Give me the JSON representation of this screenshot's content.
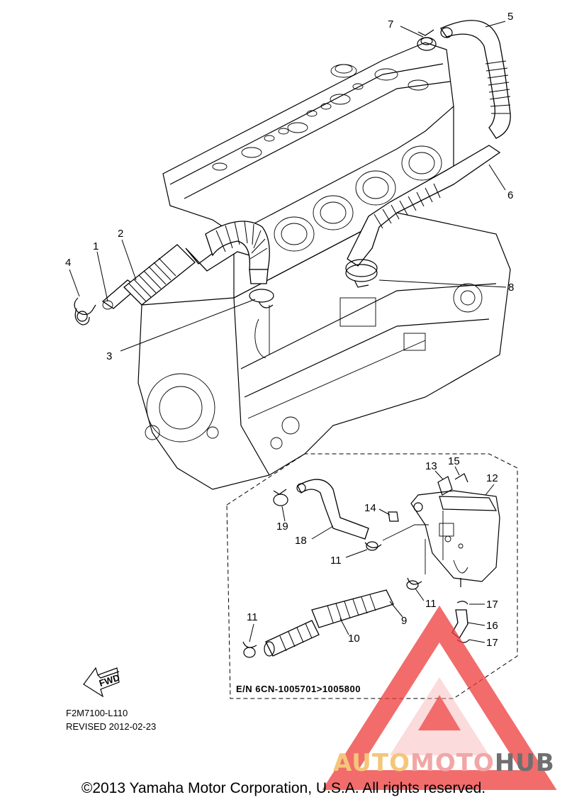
{
  "diagram": {
    "callouts": [
      "1",
      "2",
      "3",
      "4",
      "5",
      "6",
      "7",
      "8",
      "9",
      "10",
      "11",
      "11",
      "11",
      "12",
      "13",
      "14",
      "15",
      "16",
      "17",
      "17",
      "18",
      "19"
    ],
    "engine_range": "E/N 6CN-1005701>1005800",
    "fwd_label": "FWD",
    "figure_code": "F2M7100-L110",
    "revised": "REVISED 2012-02-23"
  },
  "footer": {
    "copyright": "©2013 Yamaha Motor Corporation, U.S.A. All rights reserved."
  },
  "watermark": {
    "part1": "AUTO",
    "part2": "MOTO",
    "part3": "HUB",
    "colors": {
      "triangle": "#ee3b3b",
      "auto": "#f4c67a",
      "moto": "#f2a6a6",
      "hub": "#6f6f6f"
    }
  }
}
